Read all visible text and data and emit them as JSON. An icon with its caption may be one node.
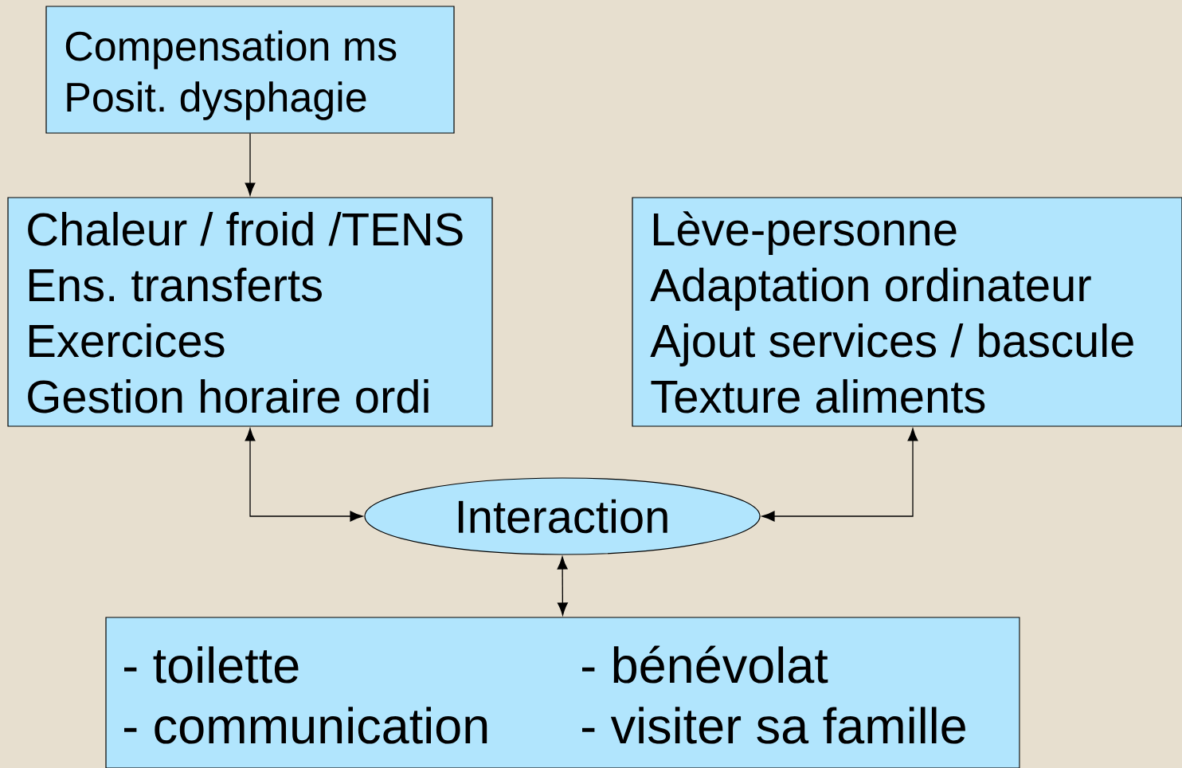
{
  "diagram": {
    "nodes": [
      {
        "text": [
          "Compensation ms",
          "Posit. dysphagie"
        ]
      },
      {
        "text": [
          "Chaleur / froid /TENS",
          "Ens. transferts",
          "Exercices",
          "Gestion horaire ordi"
        ]
      },
      {
        "text": [
          "Lève-personne",
          "Adaptation ordinateur",
          "Ajout services / bascule",
          "Texture aliments"
        ]
      },
      {
        "text": [
          "Interaction"
        ]
      },
      {
        "text": [
          "- toilette",
          "- communication",
          "- bénévolat",
          "- visiter sa famille"
        ]
      }
    ],
    "edges": [
      {
        "from": 0,
        "to": 1,
        "arrow": "to"
      },
      {
        "from": 3,
        "to": 1,
        "arrow": "both"
      },
      {
        "from": 3,
        "to": 2,
        "arrow": "both"
      },
      {
        "from": 3,
        "to": 4,
        "arrow": "both"
      }
    ]
  }
}
